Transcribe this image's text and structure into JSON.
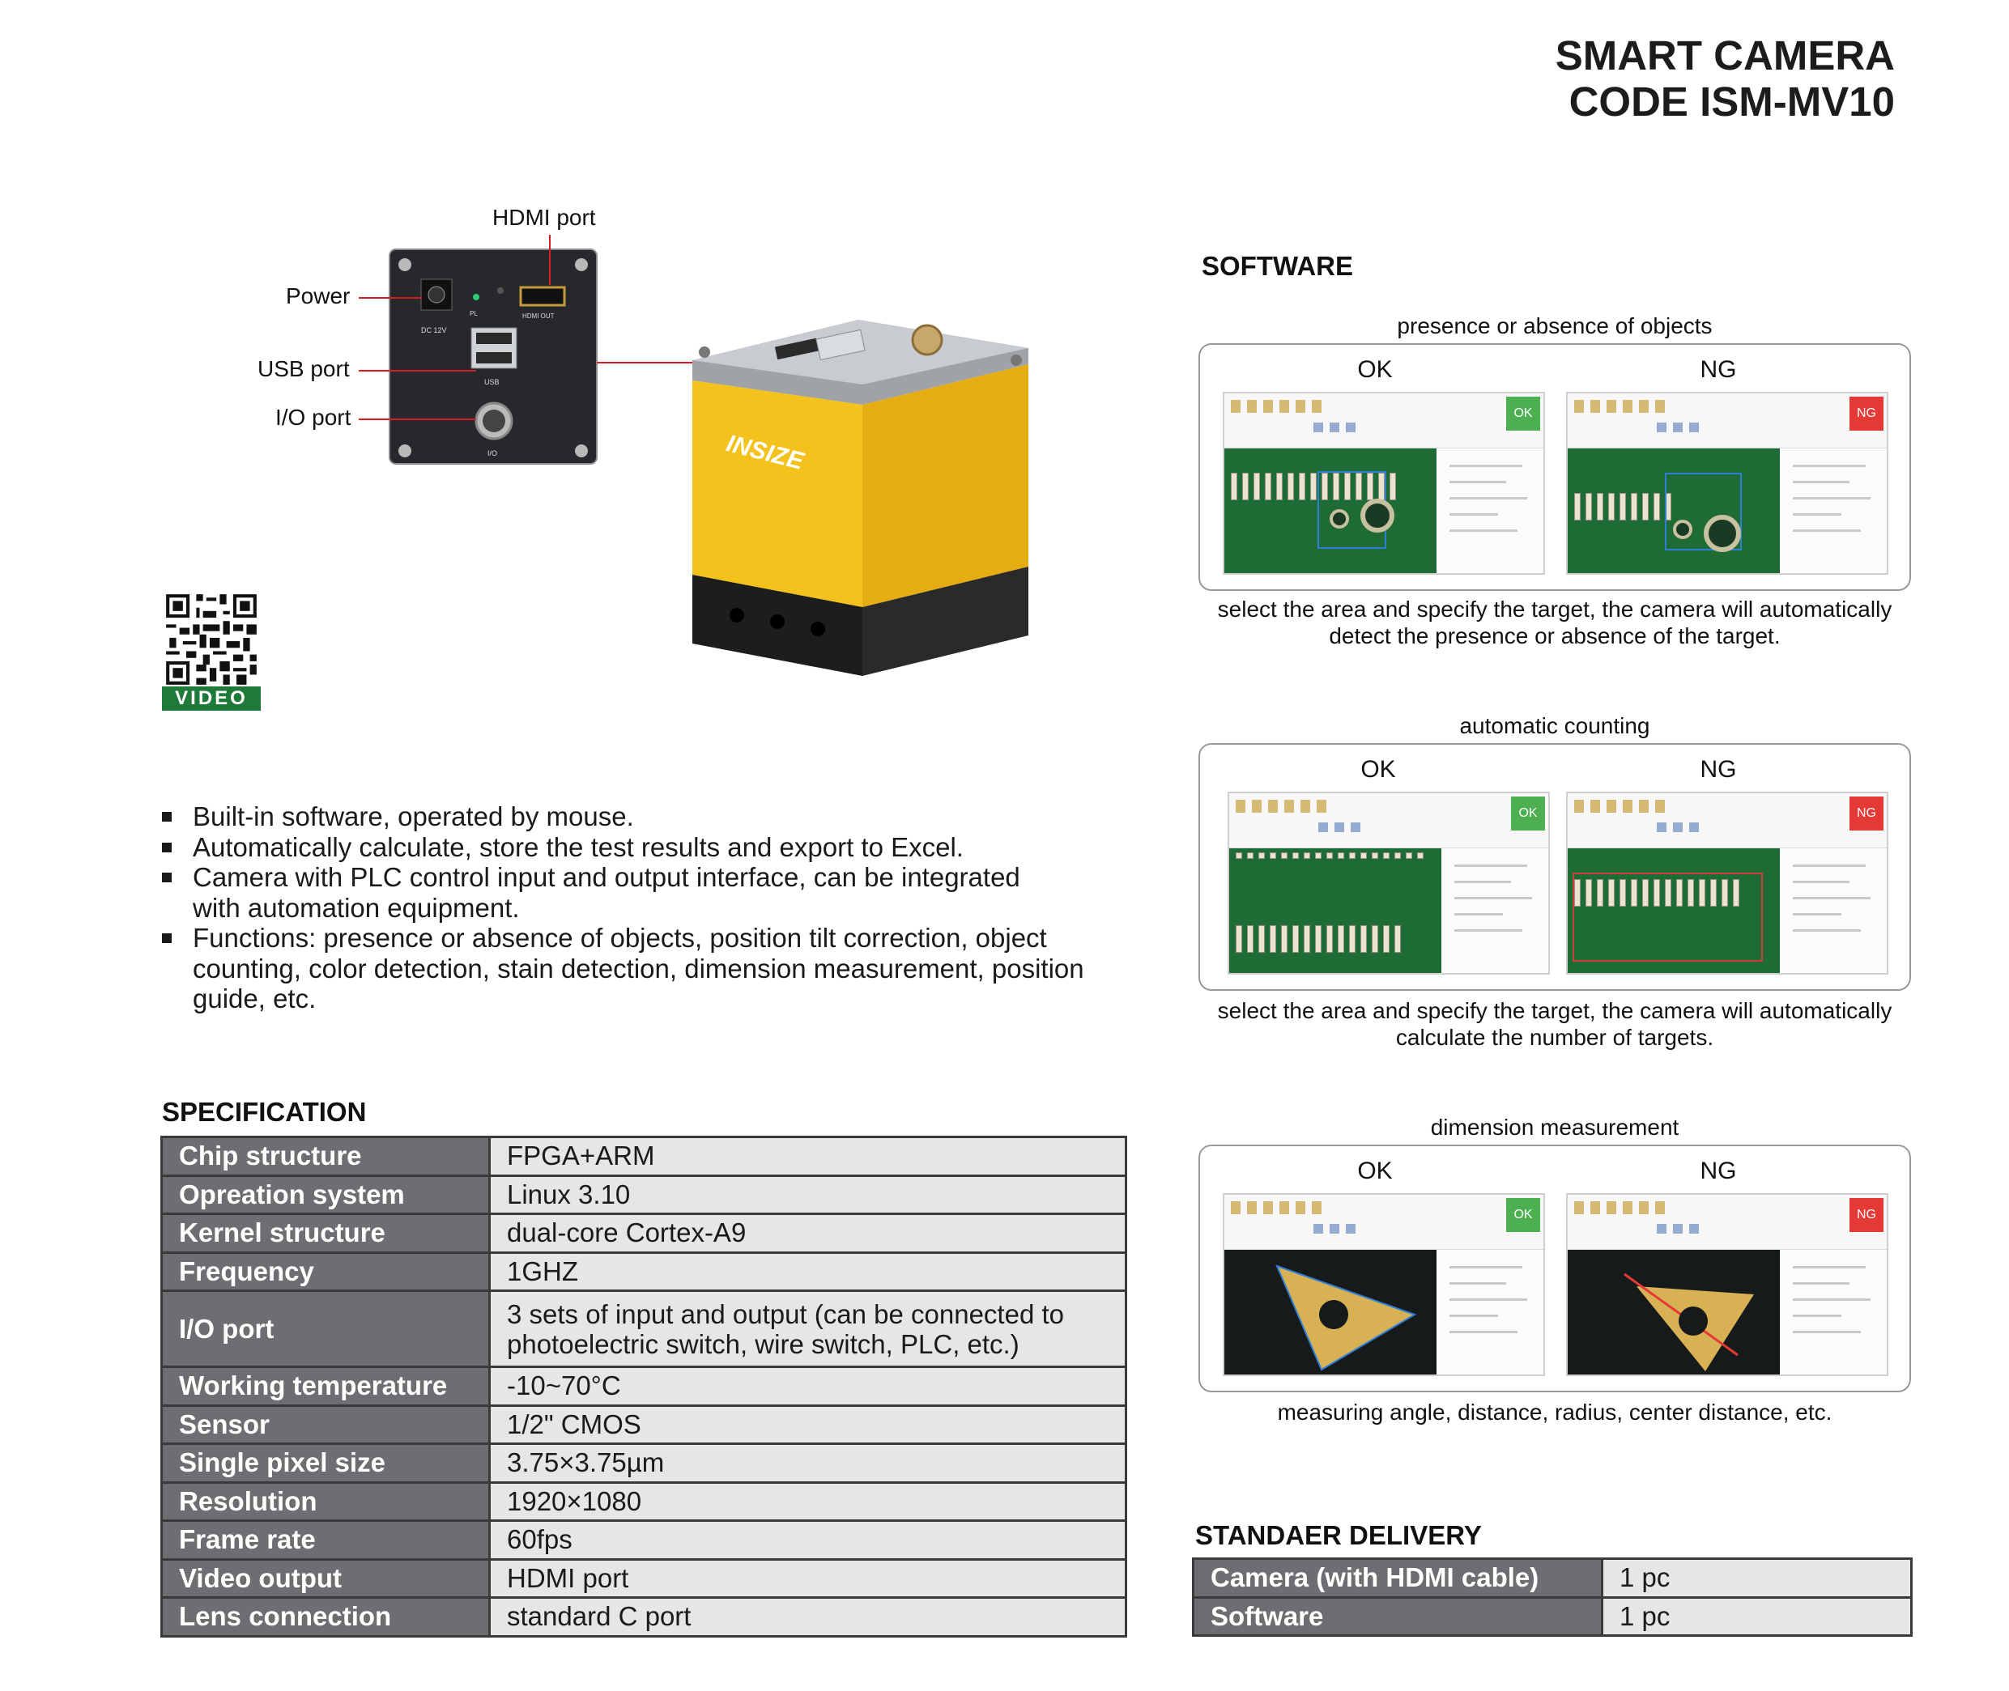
{
  "header": {
    "title_line1": "SMART CAMERA",
    "title_line2": "CODE ISM-MV10"
  },
  "callouts": {
    "hdmi": "HDMI port",
    "power": "Power",
    "usb": "USB port",
    "io": "I/O port"
  },
  "panel_print": {
    "dc": "DC 12V",
    "pl": "PL",
    "hdmi_out": "HDMI OUT",
    "usb": "USB",
    "io": "I/O"
  },
  "brand_logo": "INSIZE",
  "qr": {
    "label": "VIDEO"
  },
  "features": [
    "Built-in software, operated by mouse.",
    "Automatically calculate, store the test results and export to Excel.",
    "Camera with PLC control input and output interface, can be integrated with automation equipment.",
    "Functions: presence or absence of objects, position tilt correction, object counting, color detection, stain detection, dimension measurement, position guide, etc."
  ],
  "specification": {
    "heading": "SPECIFICATION",
    "rows": [
      {
        "key": "Chip structure",
        "value": "FPGA+ARM"
      },
      {
        "key": "Opreation system",
        "value": "Linux 3.10"
      },
      {
        "key": "Kernel structure",
        "value": "dual-core Cortex-A9"
      },
      {
        "key": "Frequency",
        "value": "1GHZ"
      },
      {
        "key": "I/O port",
        "value": "3 sets of input and output (can be connected to photoelectric switch, wire switch, PLC, etc.)"
      },
      {
        "key": "Working temperature",
        "value": "-10~70°C"
      },
      {
        "key": "Sensor",
        "value": "1/2\" CMOS"
      },
      {
        "key": "Single pixel size",
        "value": "3.75×3.75µm"
      },
      {
        "key": "Resolution",
        "value": "1920×1080"
      },
      {
        "key": "Frame rate",
        "value": "60fps"
      },
      {
        "key": "Video output",
        "value": "HDMI port"
      },
      {
        "key": "Lens connection",
        "value": "standard C port"
      }
    ]
  },
  "software": {
    "heading": "SOFTWARE",
    "ok_label": "OK",
    "ng_label": "NG",
    "badge_ok": "OK",
    "badge_ng": "NG",
    "sections": [
      {
        "title": "presence or absence of objects",
        "caption": "select the area and specify the target, the camera will automatically detect the presence or absence of the target."
      },
      {
        "title": "automatic counting",
        "caption": "select the area and specify the target, the camera will automatically calculate the number of targets."
      },
      {
        "title": "dimension measurement",
        "caption": "measuring angle, distance, radius, center distance, etc."
      }
    ]
  },
  "delivery": {
    "heading": "STANDAER DELIVERY",
    "rows": [
      {
        "key": "Camera (with HDMI cable)",
        "value": "1 pc"
      },
      {
        "key": "Software",
        "value": "1 pc"
      }
    ]
  },
  "colors": {
    "leader": "#d21f26",
    "camera_yellow": "#f4c21c",
    "table_key_bg": "#6d6e71",
    "table_value_bg": "#e6e6e6",
    "qr_label_bg": "#1f7a3a"
  }
}
